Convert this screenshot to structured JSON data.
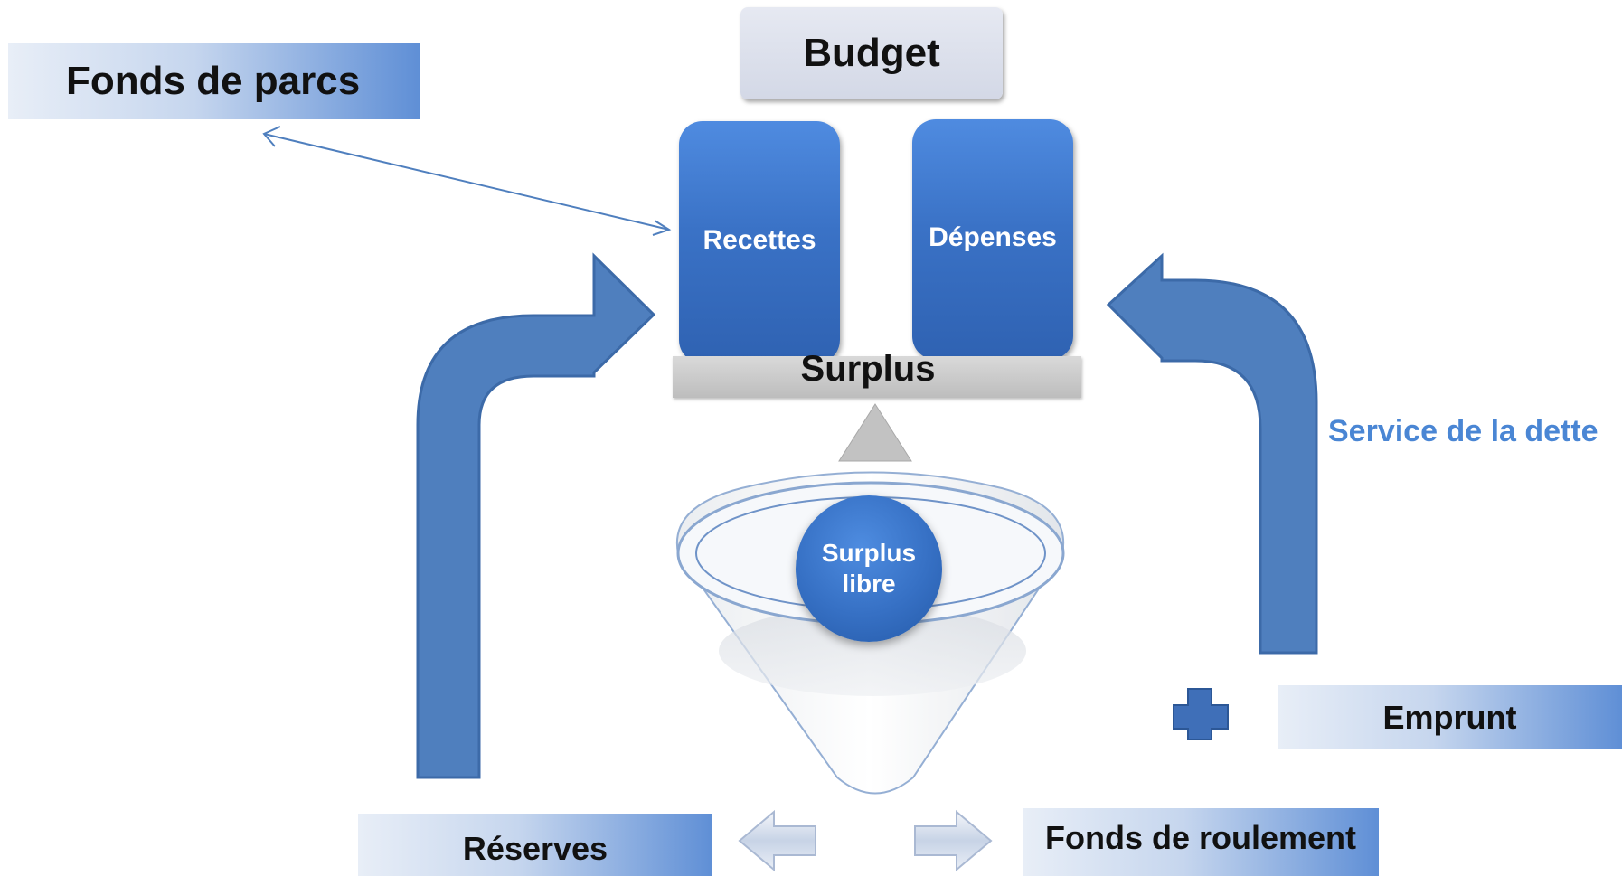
{
  "labels": {
    "fonds_de_parcs": "Fonds de parcs",
    "budget": "Budget",
    "recettes": "Recettes",
    "depenses": "Dépenses",
    "surplus": "Surplus",
    "surplus_libre_line1": "Surplus",
    "surplus_libre_line2": "libre",
    "service_de_la_dette": "Service de la dette",
    "emprunt": "Emprunt",
    "reserves": "Réserves",
    "fonds_de_roulement": "Fonds de roulement"
  },
  "colors": {
    "accent_blue": "#3a72c6",
    "arrow_blue": "#4f7fbe",
    "service_text": "#4a86d4",
    "plank_gray": "#c8c8c8"
  }
}
